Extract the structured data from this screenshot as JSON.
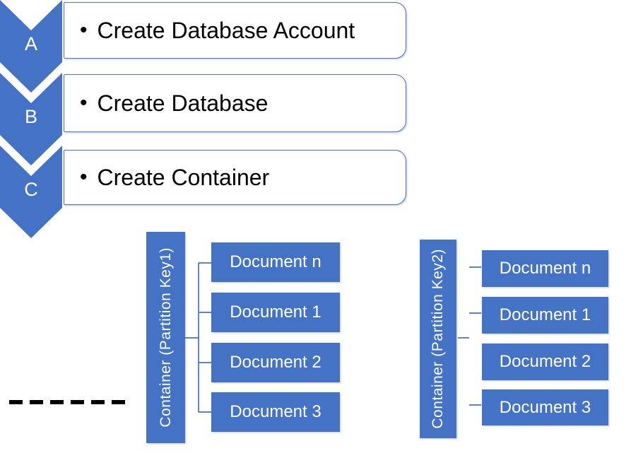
{
  "bullet": "•",
  "steps": [
    {
      "letter": "A",
      "label": "Create Database Account"
    },
    {
      "letter": "B",
      "label": "Create Database"
    },
    {
      "letter": "C",
      "label": "Create Container"
    }
  ],
  "containers": [
    {
      "label": "Container (Partition Key1)",
      "documents": [
        "Document n",
        "Document 1",
        "Document 2",
        "Document 3"
      ]
    },
    {
      "label": "Container (Partition Key2)",
      "documents": [
        "Document n",
        "Document 1",
        "Document 2",
        "Document 3"
      ]
    }
  ],
  "colors": {
    "shape_blue": "#4472C4",
    "connector_blue": "#4472C4",
    "text_on_blue": "#FFFFFF",
    "step_text": "#000000",
    "divider_black": "#000000"
  }
}
